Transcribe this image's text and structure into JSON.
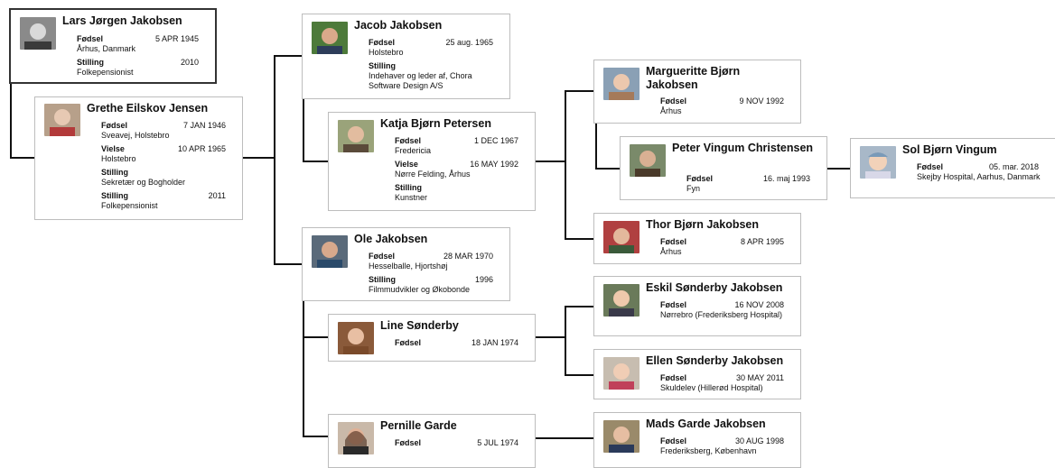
{
  "colors": {
    "line": "#111111",
    "card_border": "#bdbdbd",
    "selected_border": "#333333"
  },
  "people": {
    "lars": {
      "name": "Lars Jørgen Jakobsen",
      "facts": [
        {
          "label": "Fødsel",
          "date": "5 APR 1945",
          "place": "Århus, Danmark"
        },
        {
          "label": "Stilling",
          "date": "2010",
          "place": "Folkepensionist"
        }
      ]
    },
    "grethe": {
      "name": "Grethe Eilskov Jensen",
      "facts": [
        {
          "label": "Fødsel",
          "date": "7 JAN 1946",
          "place": "Sveavej, Holstebro"
        },
        {
          "label": "Vielse",
          "date": "10 APR 1965",
          "place": "Holstebro"
        },
        {
          "label": "Stilling",
          "date": "",
          "place": "Sekretær og Bogholder"
        },
        {
          "label": "Stilling",
          "date": "2011",
          "place": "Folkepensionist"
        }
      ]
    },
    "jacob": {
      "name": "Jacob Jakobsen",
      "facts": [
        {
          "label": "Fødsel",
          "date": "25 aug. 1965",
          "place": "Holstebro"
        },
        {
          "label": "Stilling",
          "date": "",
          "place": "Indehaver og leder af, Chora Software Design A/S"
        }
      ]
    },
    "katja": {
      "name": "Katja Bjørn Petersen",
      "facts": [
        {
          "label": "Fødsel",
          "date": "1 DEC 1967",
          "place": "Fredericia"
        },
        {
          "label": "Vielse",
          "date": "16 MAY 1992",
          "place": "Nørre Felding, Århus"
        },
        {
          "label": "Stilling",
          "date": "",
          "place": "Kunstner"
        }
      ]
    },
    "ole": {
      "name": "Ole Jakobsen",
      "facts": [
        {
          "label": "Fødsel",
          "date": "28 MAR 1970",
          "place": "Hesselballe, Hjortshøj"
        },
        {
          "label": "Stilling",
          "date": "1996",
          "place": "Filmmudvikler og Økobonde"
        }
      ]
    },
    "line": {
      "name": "Line Sønderby",
      "facts": [
        {
          "label": "Fødsel",
          "date": "18 JAN 1974",
          "place": ""
        }
      ]
    },
    "pernille": {
      "name": "Pernille Garde",
      "facts": [
        {
          "label": "Fødsel",
          "date": "5 JUL 1974",
          "place": ""
        }
      ]
    },
    "margueritte": {
      "name": "Margueritte Bjørn Jakobsen",
      "facts": [
        {
          "label": "Fødsel",
          "date": "9 NOV 1992",
          "place": "Århus"
        }
      ]
    },
    "peter": {
      "name": "Peter  Vingum Christensen",
      "facts": [
        {
          "label": "Fødsel",
          "date": "16. maj 1993",
          "place": "Fyn"
        }
      ]
    },
    "thor": {
      "name": "Thor Bjørn Jakobsen",
      "facts": [
        {
          "label": "Fødsel",
          "date": "8 APR 1995",
          "place": "Århus"
        }
      ]
    },
    "eskil": {
      "name": "Eskil Sønderby Jakobsen",
      "facts": [
        {
          "label": "Fødsel",
          "date": "16 NOV 2008",
          "place": "Nørrebro (Frederiksberg Hospital)"
        }
      ]
    },
    "ellen": {
      "name": "Ellen Sønderby Jakobsen",
      "facts": [
        {
          "label": "Fødsel",
          "date": "30 MAY 2011",
          "place": "Skuldelev (Hillerød Hospital)"
        }
      ]
    },
    "mads": {
      "name": "Mads Garde Jakobsen",
      "facts": [
        {
          "label": "Fødsel",
          "date": "30 AUG 1998",
          "place": "Frederiksberg, København"
        }
      ]
    },
    "sol": {
      "name": "Sol Bjørn Vingum",
      "facts": [
        {
          "label": "Fødsel",
          "date": "05. mar. 2018",
          "place": "Skejby Hospital, Aarhus, Danmark"
        }
      ]
    }
  }
}
